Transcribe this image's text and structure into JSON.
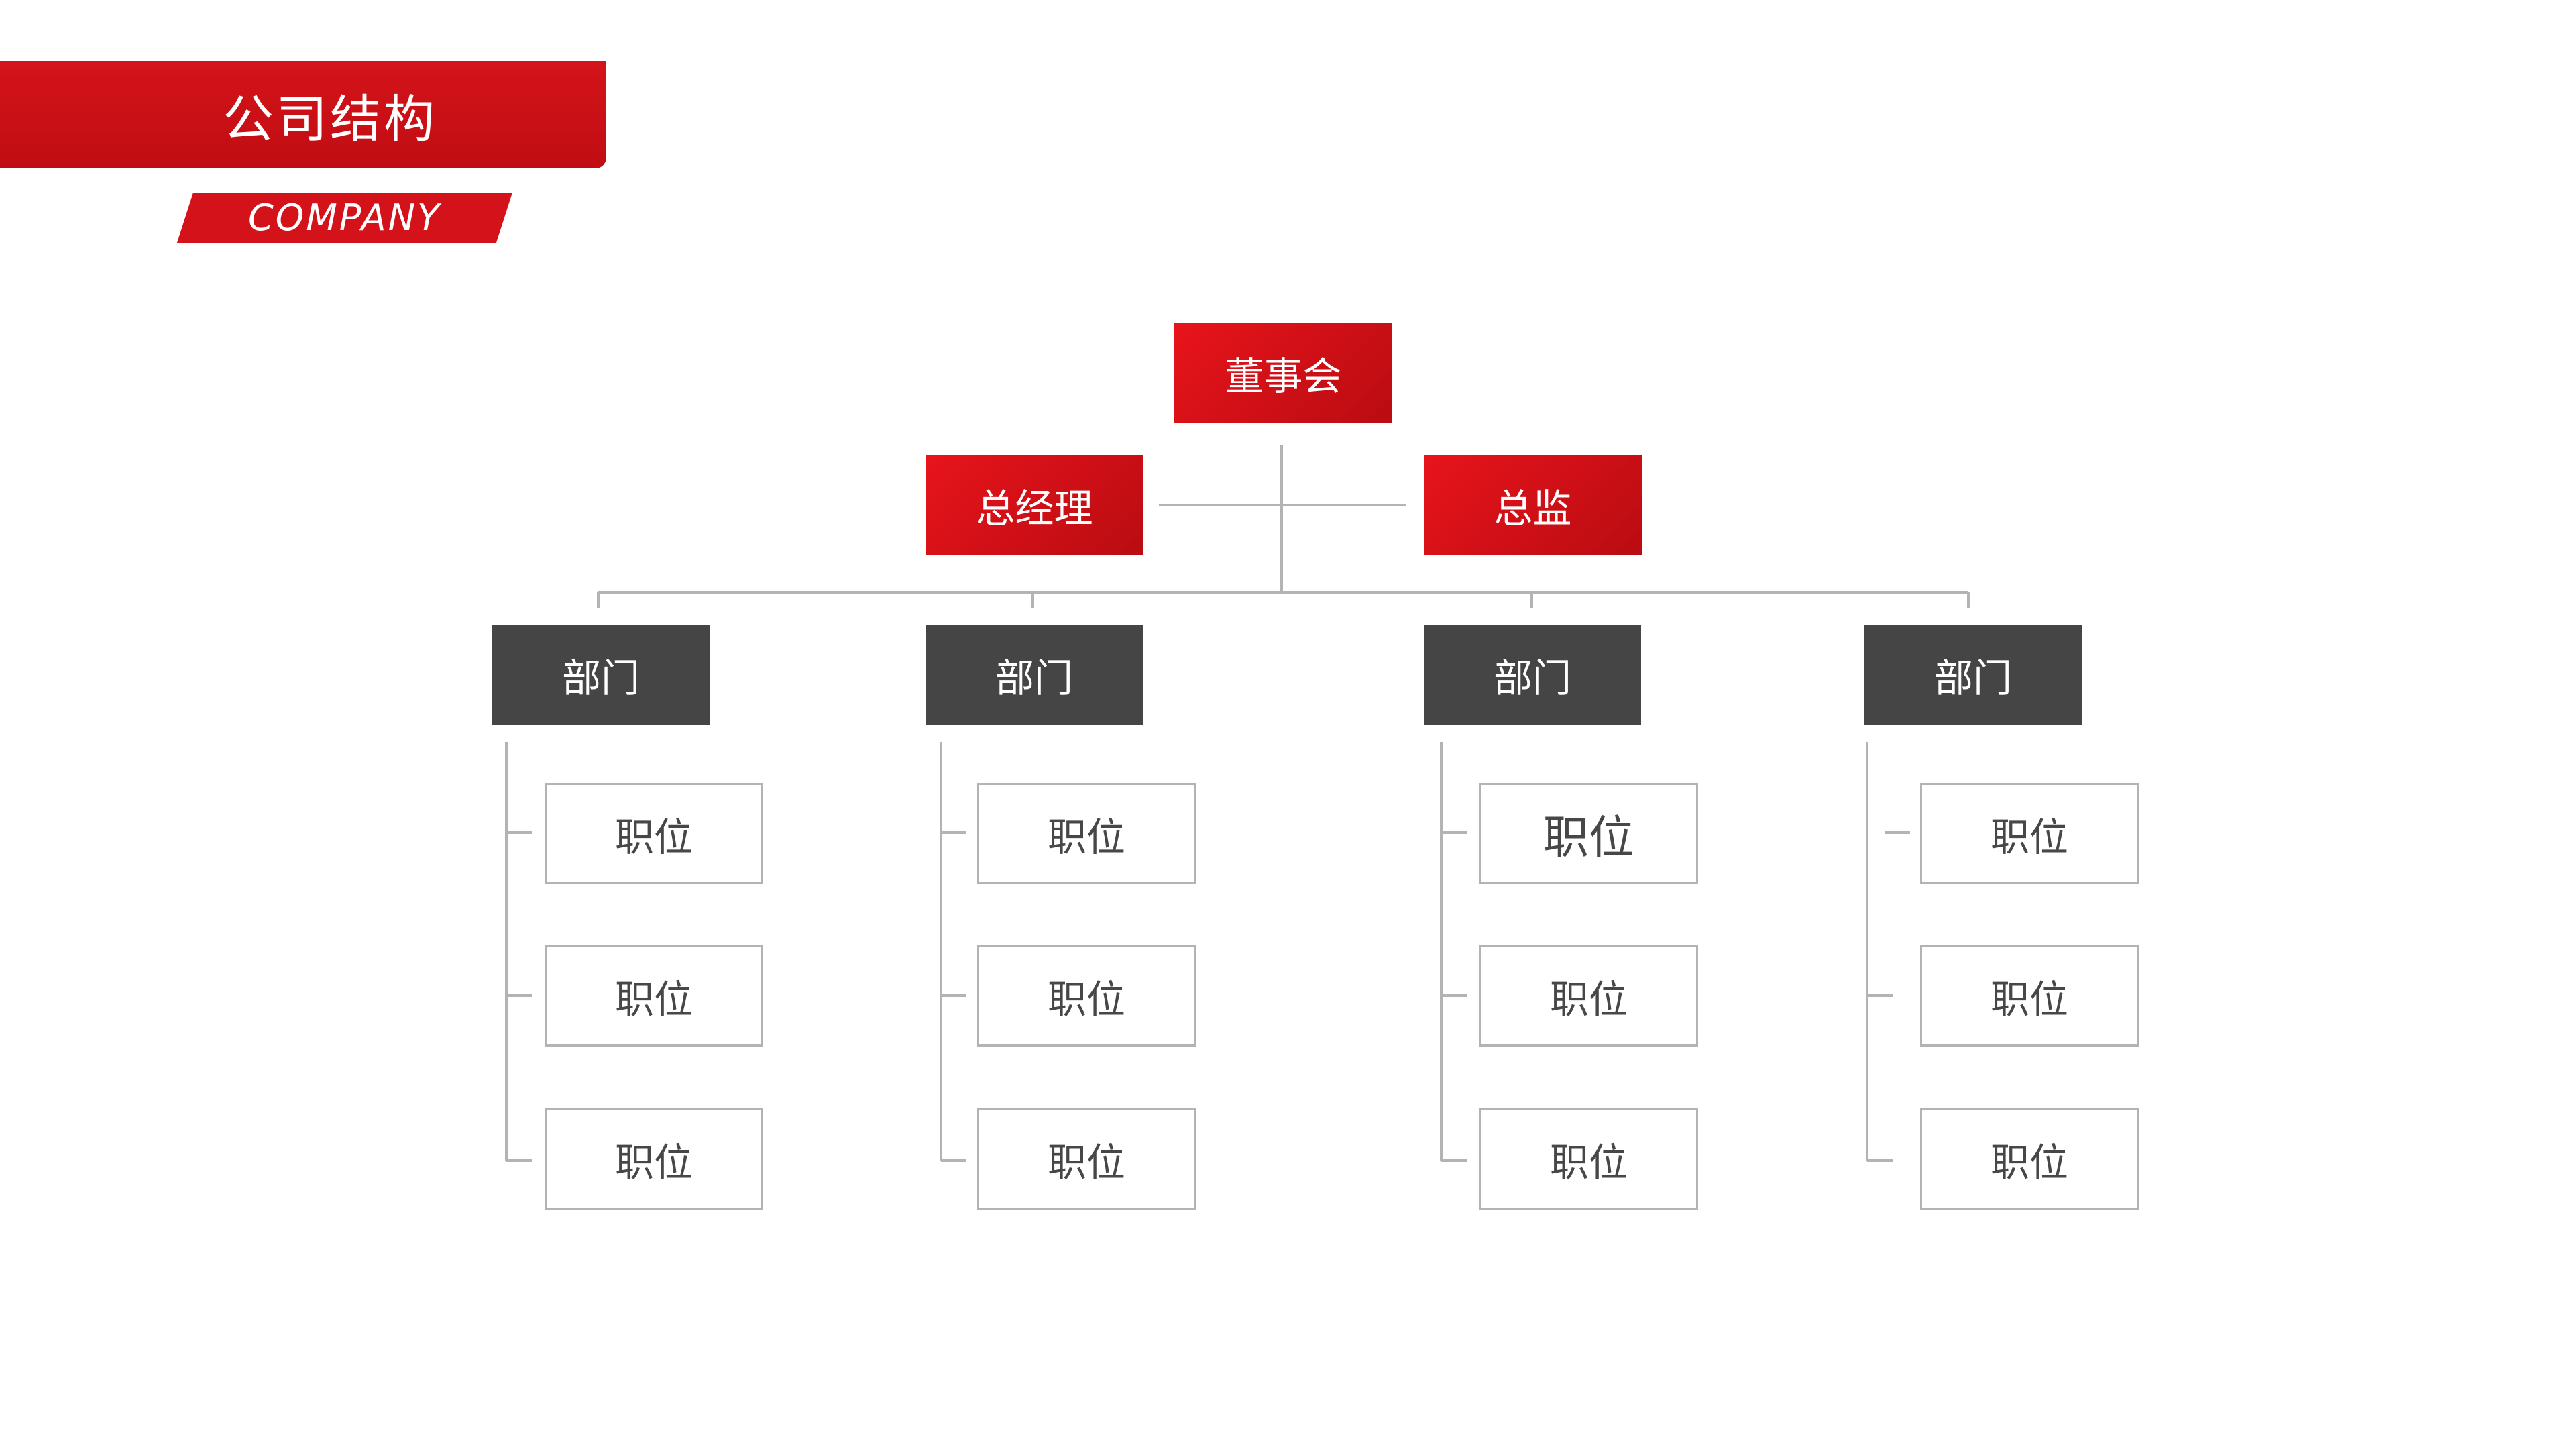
{
  "header": {
    "title": "公司结构",
    "subtitle": "COMPANY"
  },
  "org": {
    "root": "董事会",
    "left_exec": "总经理",
    "right_exec": "总监",
    "departments": [
      {
        "label": "部门",
        "positions": [
          "职位",
          "职位",
          "职位"
        ]
      },
      {
        "label": "部门",
        "positions": [
          "职位",
          "职位",
          "职位"
        ]
      },
      {
        "label": "部门",
        "positions": [
          "职位",
          "职位",
          "职位"
        ]
      },
      {
        "label": "部门",
        "positions": [
          "职位",
          "职位",
          "职位"
        ]
      }
    ]
  },
  "colors": {
    "accent_red": "#d3121a",
    "department_gray": "#454545",
    "connector_gray": "#b3b3b3",
    "position_text": "#474747"
  }
}
